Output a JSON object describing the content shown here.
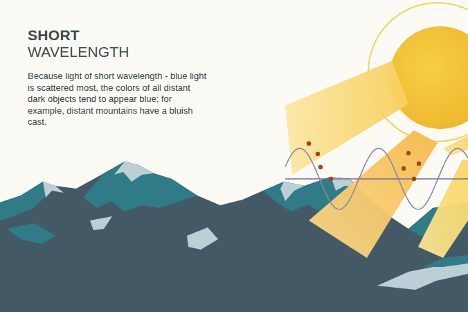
{
  "diagram": {
    "title": "SHORT",
    "caption": "Because light of short wavelength - blue light is scattered most, the colors of all distant dark objects tend to appear blue; for example, distant mountains have a bluish cast.",
    "labels": [
      "WAVELENGTH"
    ]
  }
}
